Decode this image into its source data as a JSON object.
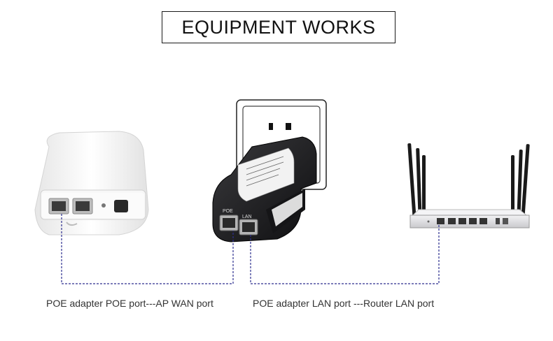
{
  "title": "EQUIPMENT WORKS",
  "captions": {
    "left": "POE adapter POE port---AP WAN port",
    "right": "POE adapter LAN port ---Router LAN port"
  },
  "adapter": {
    "port_poe_label": "POE",
    "port_lan_label": "LAN"
  },
  "colors": {
    "cable": "#2d2f8f",
    "adapter_body": "#1c1c1e",
    "ap_body": "#f4f4f4",
    "router_body": "#e8e8ea"
  }
}
